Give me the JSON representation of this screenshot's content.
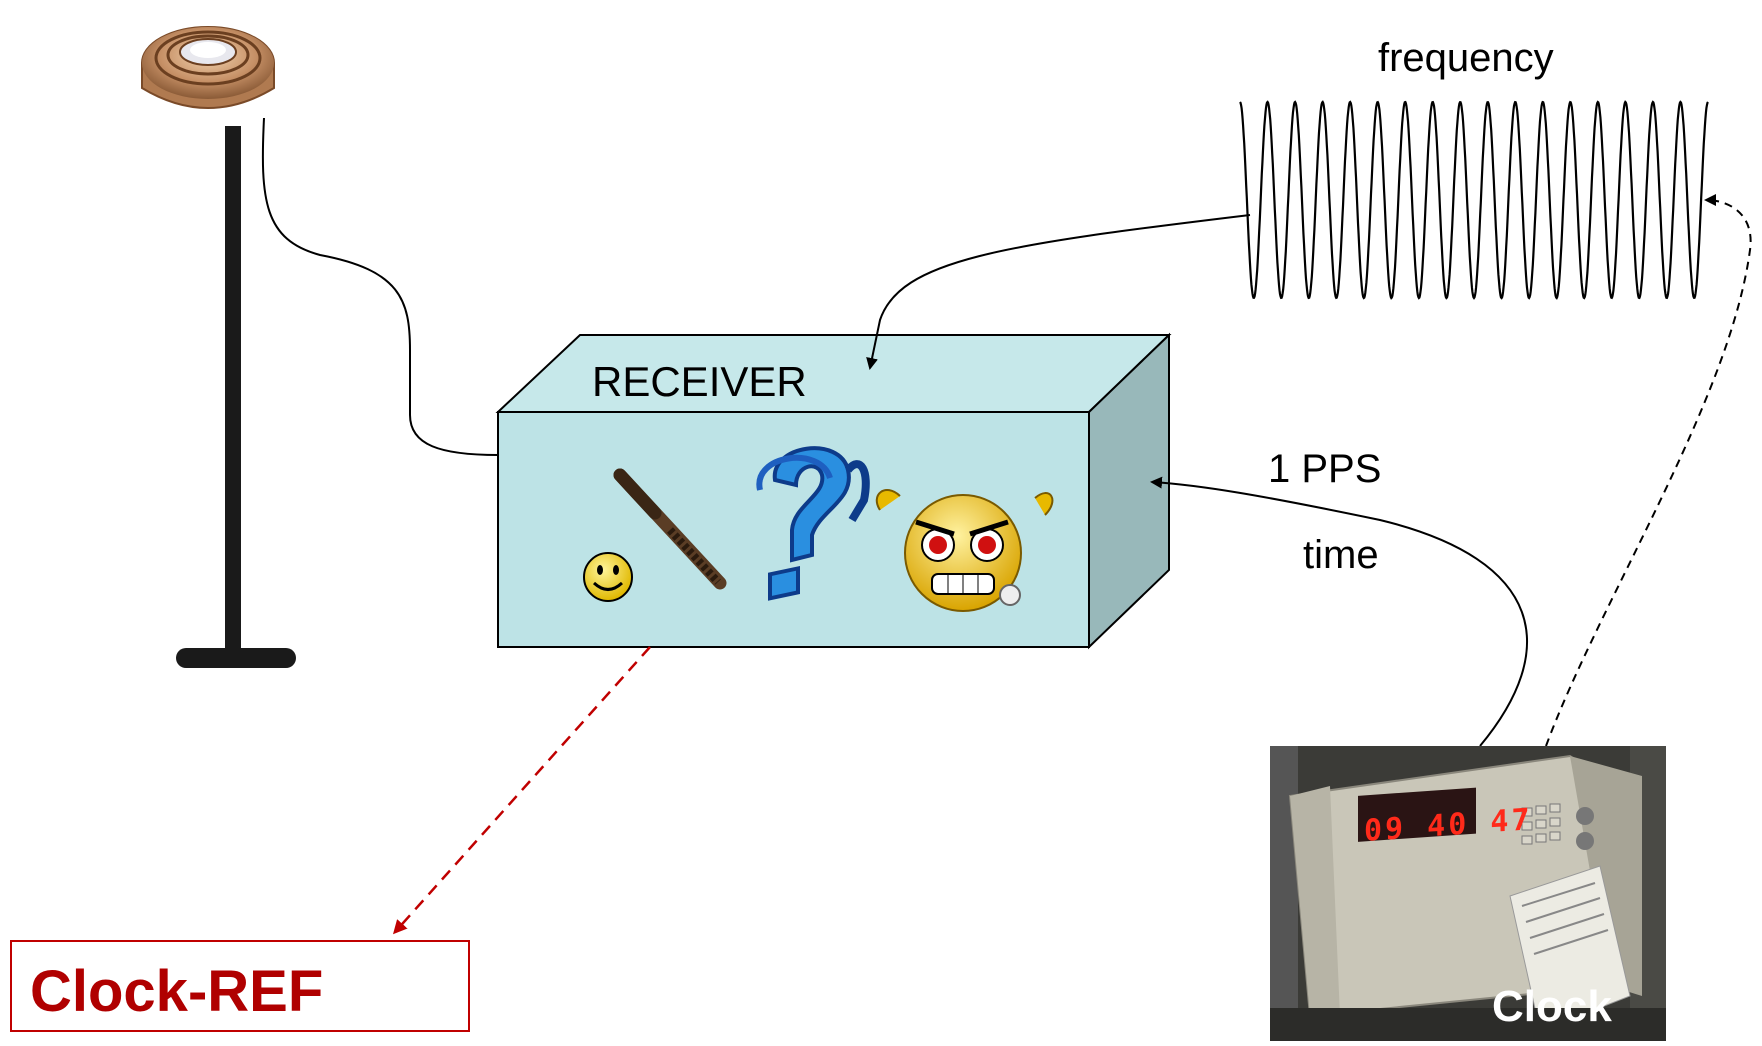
{
  "labels": {
    "frequency": "frequency",
    "receiver": "RECEIVER",
    "pps": "1 PPS",
    "time": "time",
    "clock_ref": "Clock-REF",
    "clock": "Clock",
    "clock_display": "09 40 47"
  },
  "colors": {
    "receiver_face": "#bde3e6",
    "receiver_top": "#c6e8ea",
    "receiver_side": "#98b8ba",
    "clock_ref_red": "#c00000",
    "pole": "#1a1a1a",
    "antenna_brass": "#b8865a"
  },
  "icons": [
    "gnss-antenna-icon",
    "smiley-icon",
    "baton-icon",
    "question-mark-icon",
    "angry-face-icon",
    "atomic-clock-photo"
  ]
}
